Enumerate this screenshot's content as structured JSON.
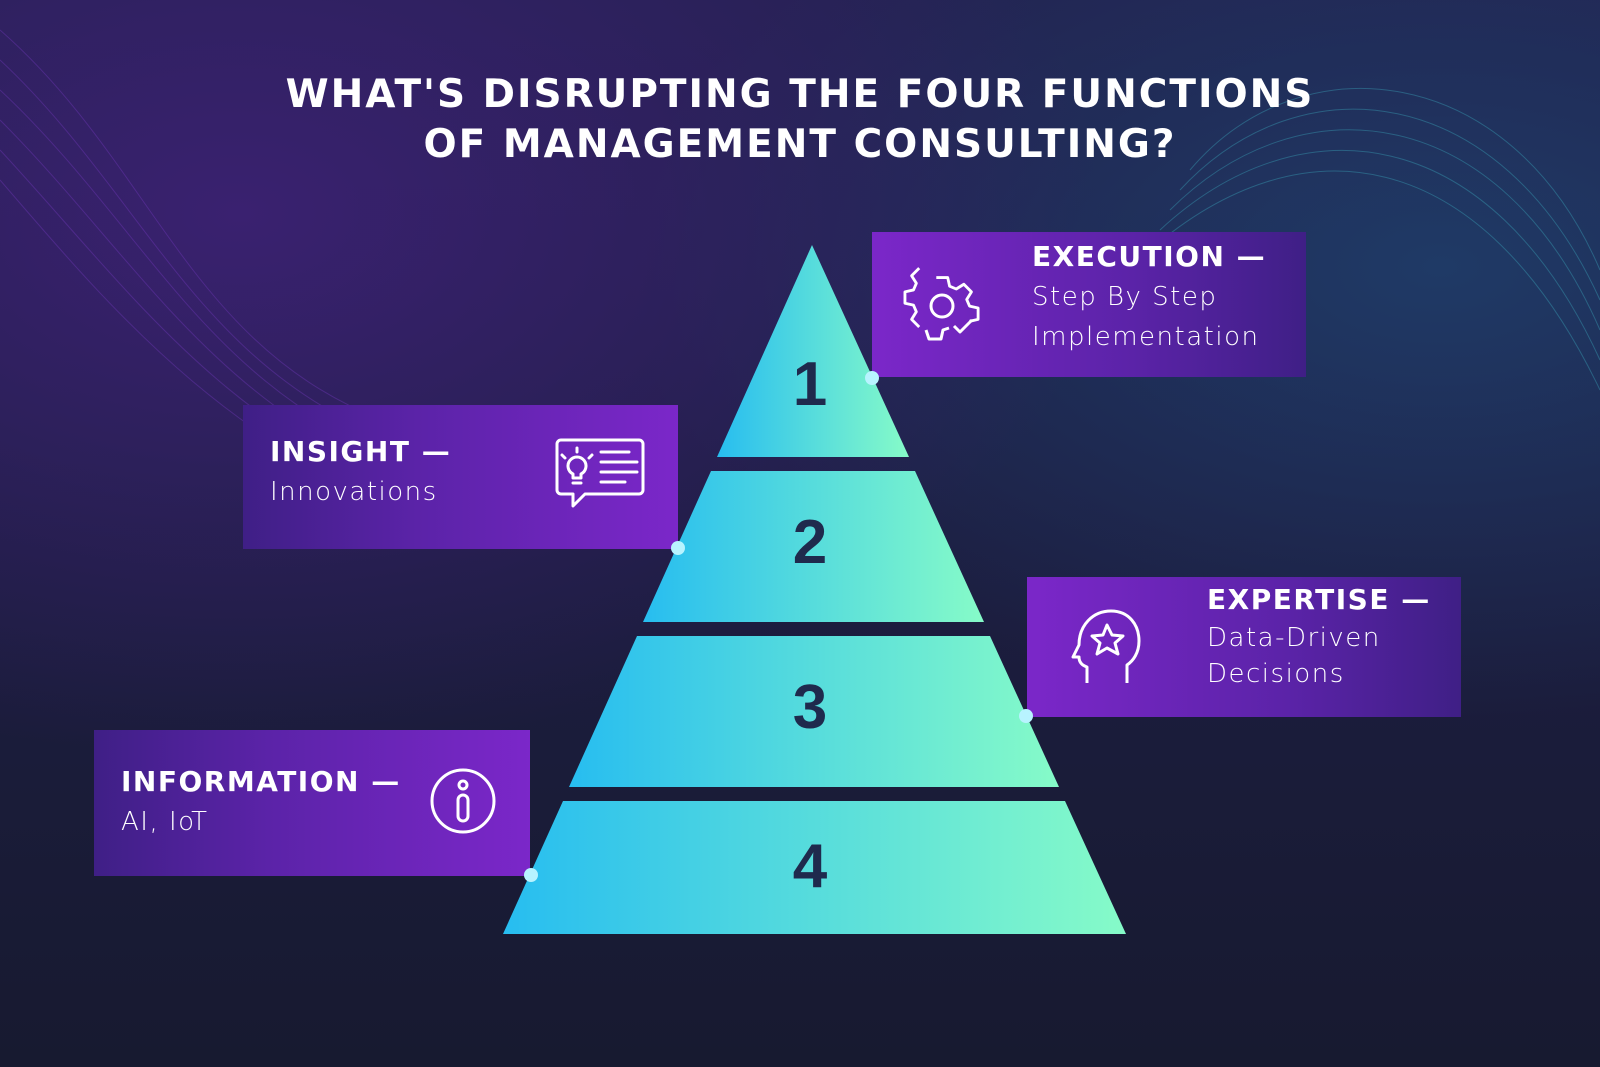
{
  "title": {
    "line1": "WHAT'S DISRUPTING THE FOUR",
    "line1b": "FUNCTIONS",
    "line2": "OF MANAGEMENT CONSULTING?"
  },
  "pyramid": {
    "tiers": [
      "1",
      "2",
      "3",
      "4"
    ],
    "gradient": [
      "#27bdf0",
      "#86fbc8"
    ]
  },
  "functions": [
    {
      "heading": "EXECUTION —",
      "lines": [
        "Step By Step",
        "Implementation"
      ],
      "icon": "gear-check-icon"
    },
    {
      "heading": "INSIGHT —",
      "lines": [
        "Innovations"
      ],
      "icon": "lightbulb-speech-icon"
    },
    {
      "heading": "EXPERTISE —",
      "lines": [
        "Data-Driven",
        "Decisions"
      ],
      "icon": "head-star-icon"
    },
    {
      "heading": "INFORMATION —",
      "lines": [
        "AI, IoT"
      ],
      "icon": "info-icon"
    }
  ],
  "colors": {
    "box": "#7b27c9",
    "background": "#1c1d3f",
    "number": "#1f2a4d"
  }
}
